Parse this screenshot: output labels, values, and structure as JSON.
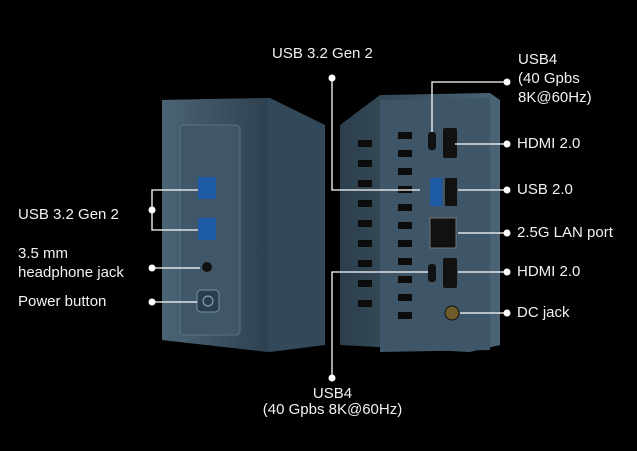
{
  "labels": {
    "top_usb32": "USB 3.2 Gen 2",
    "usb4_top": [
      "USB4",
      "(40 Gpbs",
      "8K@60Hz)"
    ],
    "hdmi_1": "HDMI 2.0",
    "usb20": "USB 2.0",
    "lan": "2.5G LAN port",
    "hdmi_2": "HDMI 2.0",
    "dc": "DC jack",
    "usb4_bottom": [
      "USB4",
      "(40 Gpbs  8K@60Hz)"
    ],
    "front_usb32": "USB 3.2 Gen 2",
    "headphone": [
      "3.5 mm",
      "headphone jack"
    ],
    "power": "Power button"
  },
  "colors": {
    "background": "#000000",
    "device": "#3b5262",
    "leader": "#ffffff"
  }
}
